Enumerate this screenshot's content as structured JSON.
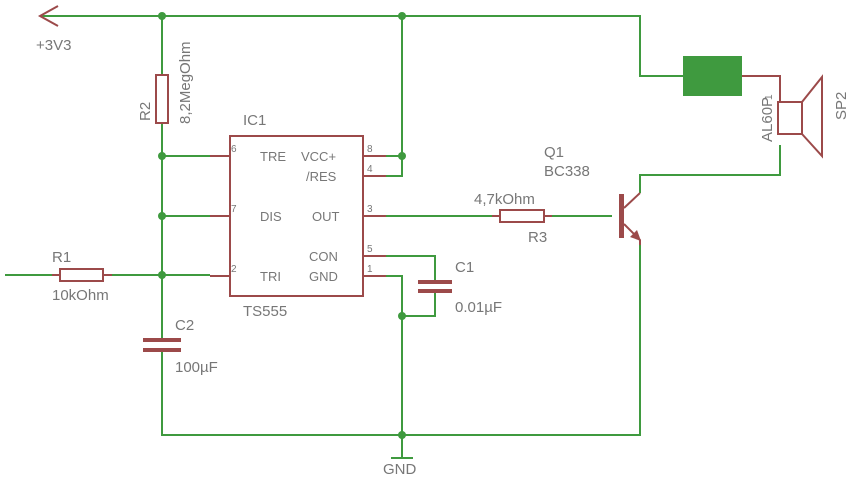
{
  "supply": {
    "label": "+3V3"
  },
  "ground": {
    "label": "GND"
  },
  "ic1": {
    "name": "IC1",
    "value": "TS555",
    "left_pins": [
      {
        "num": "6",
        "label": "TRE"
      },
      {
        "num": "7",
        "label": "DIS"
      },
      {
        "num": "2",
        "label": "TRI"
      }
    ],
    "right_pins": [
      {
        "num": "8",
        "label": "VCC+"
      },
      {
        "num": "4",
        "label": "/RES"
      },
      {
        "num": "3",
        "label": "OUT"
      },
      {
        "num": "5",
        "label": "CON"
      },
      {
        "num": "1",
        "label": "GND"
      }
    ]
  },
  "r1": {
    "name": "R1",
    "value": "10kOhm"
  },
  "r2": {
    "name": "R2",
    "value": "8,2MegOhm"
  },
  "r3": {
    "name": "R3",
    "value": "4,7kOhm"
  },
  "c1": {
    "name": "C1",
    "value": "0.01µF"
  },
  "c2": {
    "name": "C2",
    "value": "100µF"
  },
  "q1": {
    "name": "Q1",
    "value": "BC338"
  },
  "sp2": {
    "name": "SP2",
    "value": "AL60P",
    "pin": "1"
  },
  "colors": {
    "wire": "#3f9a3f",
    "part": "#9c4a4a",
    "label": "#777777",
    "module": "#3f9a3f"
  }
}
